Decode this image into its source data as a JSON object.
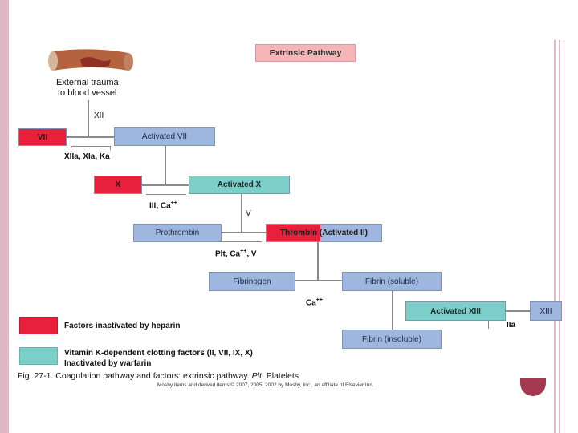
{
  "slide": {
    "accent_color": "#e0b7c5",
    "pathway_title": "Extrinsic Pathway",
    "trauma_label_line1": "External trauma",
    "trauma_label_line2": "to blood vessel"
  },
  "nodes": {
    "vii": "VII",
    "activated_vii": "Activated VII",
    "x": "X",
    "activated_x": "Activated X",
    "prothrombin": "Prothrombin",
    "thrombin_red": "Thrombin",
    "thrombin_rest": " (Activated II)",
    "fibrinogen": "Fibrinogen",
    "fibrin_soluble": "Fibrin (soluble)",
    "activated_xiii": "Activated XIII",
    "xiii": "XIII",
    "fibrin_insoluble": "Fibrin (insoluble)"
  },
  "annotations": {
    "xii": "XII",
    "xiia_xia_ka": "XIIa, XIa, Ka",
    "iii_ca": "III, Ca",
    "v": "V",
    "plt_ca_v_a": "Plt, Ca",
    "plt_ca_v_b": ", V",
    "ca_fibrin": "Ca",
    "superscript": "++",
    "iia": "IIa"
  },
  "legend": {
    "heparin": "Factors inactivated by heparin",
    "vitk_line1": "Vitamin K-dependent clotting factors (II, VII, IX, X)",
    "vitk_line2": "Inactivated by warfarin",
    "heparin_color": "#e8203c",
    "vitk_color": "#7ccfc8"
  },
  "caption": {
    "prefix": "Fig. 27-1. Coagulation pathway and factors: extrinsic pathway. ",
    "italic": "Plt",
    "suffix": ", Platelets",
    "copyright": "Mosby items and derived items © 2007, 2005, 2002 by Mosby, Inc., an affiliate of Elsevier Inc."
  }
}
